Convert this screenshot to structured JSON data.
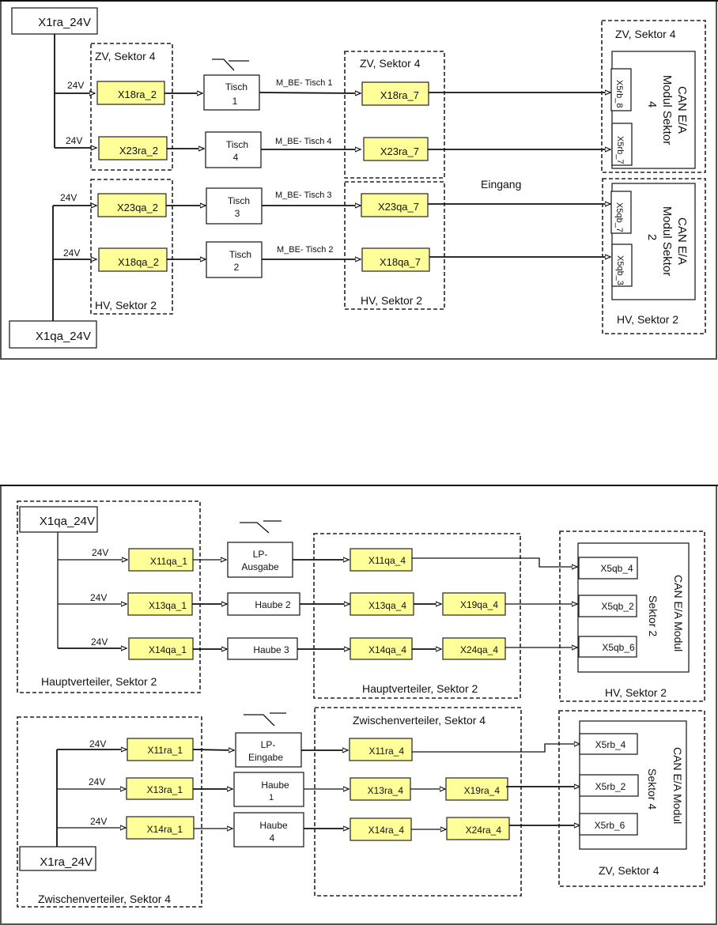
{
  "diagram1": {
    "sources": {
      "top": "X1ra_24V",
      "bottom": "X1qa_24V"
    },
    "voltage_label": "24V",
    "groups": {
      "left_top": "ZV, Sektor 4",
      "left_bottom": "HV, Sektor 2",
      "mid_top": "ZV, Sektor 4",
      "mid_bottom": "HV, Sektor 2",
      "right_top": "ZV, Sektor 4",
      "right_bottom": "HV, Sektor 2"
    },
    "center_label": "Eingang",
    "rows": [
      {
        "in": "X18ra_2",
        "device_l1": "Tisch",
        "device_l2": "1",
        "signal": "M_BE- Tisch 1",
        "out": "X18ra_7",
        "port": "X5rb_8"
      },
      {
        "in": "X23ra_2",
        "device_l1": "Tisch",
        "device_l2": "4",
        "signal": "M_BE- Tisch  4",
        "out": "X23ra_7",
        "port": "X5rb_7"
      },
      {
        "in": "X23qa_2",
        "device_l1": "Tisch",
        "device_l2": "3",
        "signal": "M_BE- Tisch 3",
        "out": "X23qa_7",
        "port": "X5qb_7"
      },
      {
        "in": "X18qa_2",
        "device_l1": "Tisch",
        "device_l2": "2",
        "signal": "M_BE- Tisch 2",
        "out": "X18qa_7",
        "port": "X5qb_3"
      }
    ],
    "modules": {
      "top": [
        "CAN E/A",
        "Modul Sektor",
        "4"
      ],
      "bottom": [
        "CAN E/A",
        "Modul Sektor",
        "2"
      ]
    }
  },
  "diagram2": {
    "section_hv": {
      "source": "X1qa_24V",
      "voltage_label": "24V",
      "left_group": "Hauptverteiler, Sektor 2",
      "mid_group": "Hauptverteiler, Sektor 2",
      "right_group": "HV, Sektor 2",
      "rows": [
        {
          "in": "X11qa_1",
          "device_l1": "LP-",
          "device_l2": "Ausgabe",
          "out": "X11qa_4",
          "out2": "",
          "port": "X5qb_4"
        },
        {
          "in": "X13qa_1",
          "device_l1": "Haube 2",
          "device_l2": "",
          "out": "X13qa_4",
          "out2": "X19qa_4",
          "port": "X5qb_2"
        },
        {
          "in": "X14qa_1",
          "device_l1": "Haube 3",
          "device_l2": "",
          "out": "X14qa_4",
          "out2": "X24qa_4",
          "port": "X5qb_6"
        }
      ],
      "module": [
        "CAN E/A  Modul",
        "Sektor 2"
      ]
    },
    "section_zv": {
      "source": "X1ra_24V",
      "voltage_label": "24V",
      "left_group": "Zwischenverteiler, Sektor 4",
      "mid_group": "Zwischenverteiler, Sektor 4",
      "right_group": "ZV, Sektor 4",
      "rows": [
        {
          "in": "X11ra_1",
          "device_l1": "LP-",
          "device_l2": "Eingabe",
          "out": "X11ra_4",
          "out2": "",
          "port": "X5rb_4"
        },
        {
          "in": "X13ra_1",
          "device_l1": "Haube",
          "device_l2": "1",
          "out": "X13ra_4",
          "out2": "X19ra_4",
          "port": "X5rb_2"
        },
        {
          "in": "X14ra_1",
          "device_l1": "Haube",
          "device_l2": "4",
          "out": "X14ra_4",
          "out2": "X24ra_4",
          "port": "X5rb_6"
        }
      ],
      "module": [
        "CAN E/A  Modul",
        "Sektor 4"
      ]
    }
  }
}
